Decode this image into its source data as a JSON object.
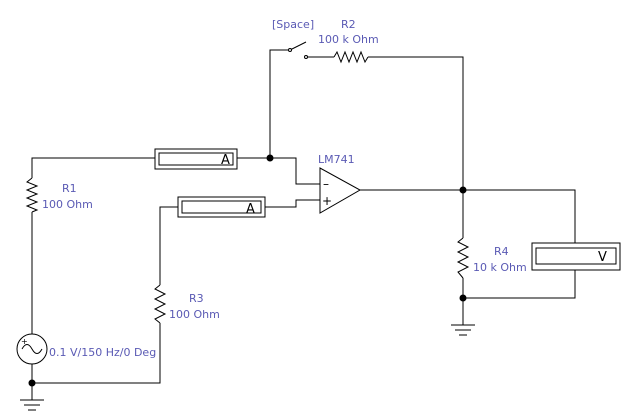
{
  "circuit": {
    "switch": {
      "key_label": "[Space]"
    },
    "r2": {
      "name": "R2",
      "value": "100 k Ohm"
    },
    "r1": {
      "name": "R1",
      "value": "100  Ohm"
    },
    "r3": {
      "name": "R3",
      "value": "100  Ohm"
    },
    "r4": {
      "name": "R4",
      "value": "10 k Ohm"
    },
    "opamp": {
      "name": "LM741",
      "minus": "–",
      "plus": "+"
    },
    "ammeter1": {
      "label": "A"
    },
    "ammeter2": {
      "label": "A"
    },
    "voltmeter": {
      "label": "V"
    },
    "source": {
      "value": "0.1 V/150 Hz/0 Deg"
    }
  },
  "colors": {
    "wire": "#000000",
    "label": "#5a5ab4",
    "background": "#ffffff"
  }
}
